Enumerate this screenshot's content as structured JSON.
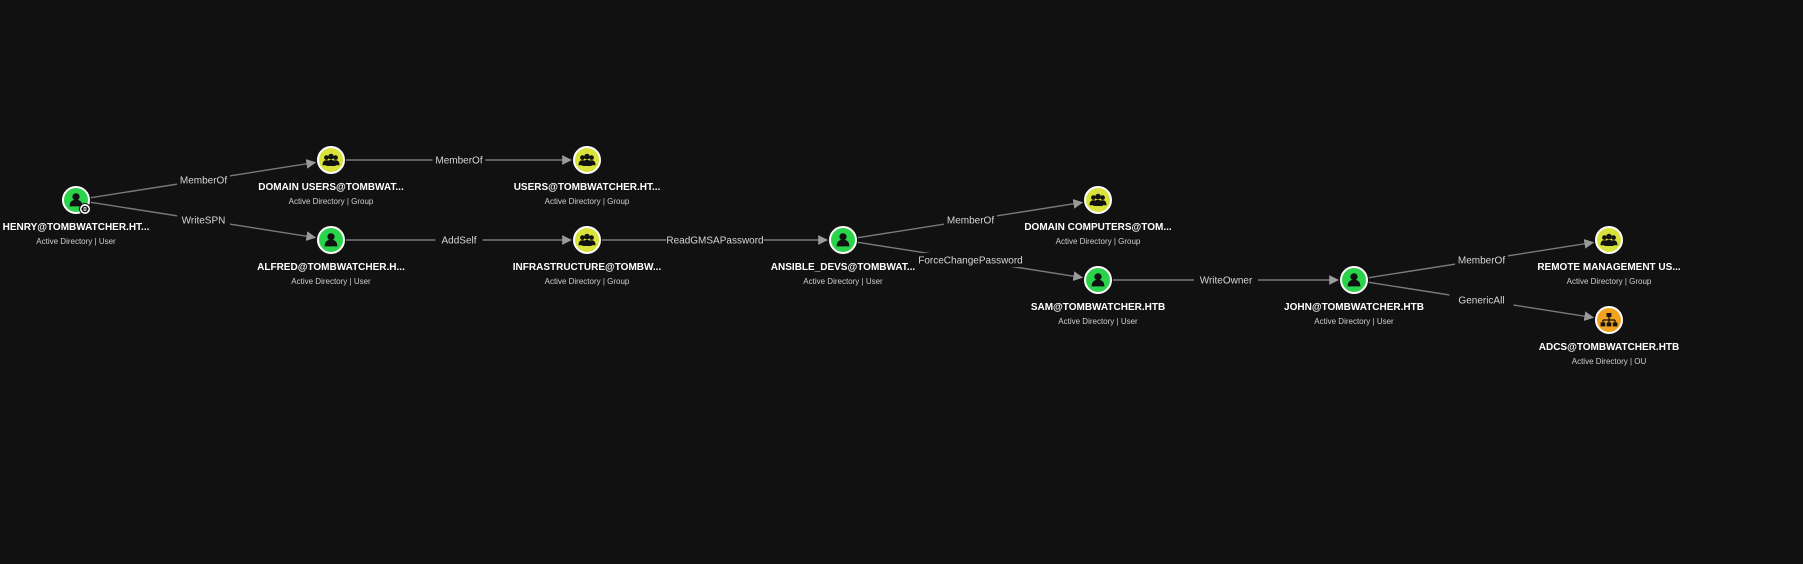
{
  "colors": {
    "background": "#111112",
    "user": "#2bd34a",
    "group": "#d8e23a",
    "ou": "#f3a21f"
  },
  "nodes": [
    {
      "id": "henry",
      "label": "HENRY@TOMBWATCHER.HT...",
      "sub": "Active Directory | User",
      "kind": "user",
      "badge": "owned-icon"
    },
    {
      "id": "domain_users",
      "label": "DOMAIN USERS@TOMBWAT...",
      "sub": "Active Directory | Group",
      "kind": "group"
    },
    {
      "id": "users",
      "label": "USERS@TOMBWATCHER.HT...",
      "sub": "Active Directory | Group",
      "kind": "group"
    },
    {
      "id": "alfred",
      "label": "ALFRED@TOMBWATCHER.H...",
      "sub": "Active Directory | User",
      "kind": "user"
    },
    {
      "id": "infrastructure",
      "label": "INFRASTRUCTURE@TOMBW...",
      "sub": "Active Directory | Group",
      "kind": "group"
    },
    {
      "id": "ansible_devs",
      "label": "ANSIBLE_DEVS@TOMBWAT...",
      "sub": "Active Directory | User",
      "kind": "user"
    },
    {
      "id": "domain_computers",
      "label": "DOMAIN COMPUTERS@TOM...",
      "sub": "Active Directory | Group",
      "kind": "group"
    },
    {
      "id": "sam",
      "label": "SAM@TOMBWATCHER.HTB",
      "sub": "Active Directory | User",
      "kind": "user"
    },
    {
      "id": "john",
      "label": "JOHN@TOMBWATCHER.HTB",
      "sub": "Active Directory | User",
      "kind": "user"
    },
    {
      "id": "remote_mgmt",
      "label": "REMOTE MANAGEMENT US...",
      "sub": "Active Directory | Group",
      "kind": "group"
    },
    {
      "id": "adcs",
      "label": "ADCS@TOMBWATCHER.HTB",
      "sub": "Active Directory | OU",
      "kind": "ou"
    }
  ],
  "edges": [
    {
      "from": "henry",
      "to": "domain_users",
      "label": "MemberOf"
    },
    {
      "from": "domain_users",
      "to": "users",
      "label": "MemberOf"
    },
    {
      "from": "henry",
      "to": "alfred",
      "label": "WriteSPN"
    },
    {
      "from": "alfred",
      "to": "infrastructure",
      "label": "AddSelf"
    },
    {
      "from": "infrastructure",
      "to": "ansible_devs",
      "label": "ReadGMSAPassword"
    },
    {
      "from": "ansible_devs",
      "to": "domain_computers",
      "label": "MemberOf"
    },
    {
      "from": "ansible_devs",
      "to": "sam",
      "label": "ForceChangePassword"
    },
    {
      "from": "sam",
      "to": "john",
      "label": "WriteOwner"
    },
    {
      "from": "john",
      "to": "remote_mgmt",
      "label": "MemberOf"
    },
    {
      "from": "john",
      "to": "adcs",
      "label": "GenericAll"
    }
  ]
}
